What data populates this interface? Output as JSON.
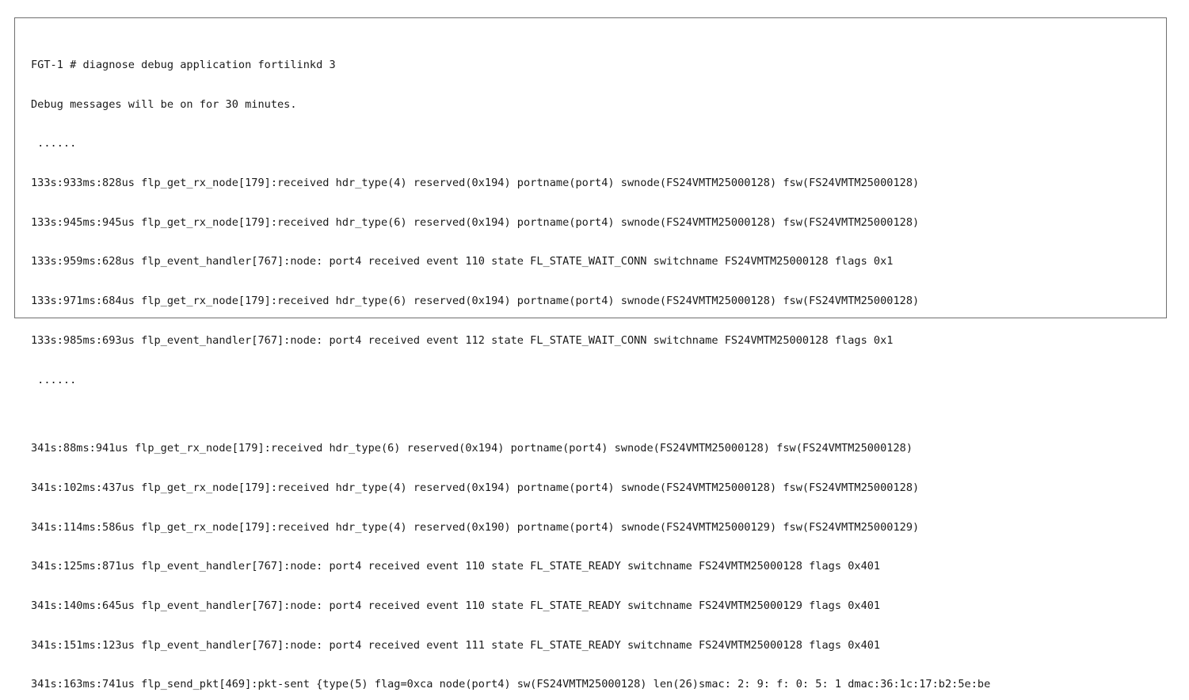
{
  "terminal": {
    "block1": [
      "FGT-1 # diagnose debug application fortilinkd 3",
      "Debug messages will be on for 30 minutes.",
      " ......",
      "133s:933ms:828us flp_get_rx_node[179]:received hdr_type(4) reserved(0x194) portname(port4) swnode(FS24VMTM25000128) fsw(FS24VMTM25000128)",
      "133s:945ms:945us flp_get_rx_node[179]:received hdr_type(6) reserved(0x194) portname(port4) swnode(FS24VMTM25000128) fsw(FS24VMTM25000128)",
      "133s:959ms:628us flp_event_handler[767]:node: port4 received event 110 state FL_STATE_WAIT_CONN switchname FS24VMTM25000128 flags 0x1",
      "133s:971ms:684us flp_get_rx_node[179]:received hdr_type(6) reserved(0x194) portname(port4) swnode(FS24VMTM25000128) fsw(FS24VMTM25000128)",
      "133s:985ms:693us flp_event_handler[767]:node: port4 received event 112 state FL_STATE_WAIT_CONN switchname FS24VMTM25000128 flags 0x1",
      " ......"
    ],
    "block2": [
      "341s:88ms:941us flp_get_rx_node[179]:received hdr_type(6) reserved(0x194) portname(port4) swnode(FS24VMTM25000128) fsw(FS24VMTM25000128)",
      "341s:102ms:437us flp_get_rx_node[179]:received hdr_type(4) reserved(0x194) portname(port4) swnode(FS24VMTM25000128) fsw(FS24VMTM25000128)",
      "341s:114ms:586us flp_get_rx_node[179]:received hdr_type(4) reserved(0x190) portname(port4) swnode(FS24VMTM25000129) fsw(FS24VMTM25000129)",
      "341s:125ms:871us flp_event_handler[767]:node: port4 received event 110 state FL_STATE_READY switchname FS24VMTM25000128 flags 0x401",
      "341s:140ms:645us flp_event_handler[767]:node: port4 received event 110 state FL_STATE_READY switchname FS24VMTM25000129 flags 0x401",
      "341s:151ms:123us flp_event_handler[767]:node: port4 received event 111 state FL_STATE_READY switchname FS24VMTM25000128 flags 0x401",
      "341s:163ms:741us flp_send_pkt[469]:pkt-sent {type(5) flag=0xca node(port4) sw(FS24VMTM25000128) len(26)smac: 2: 9: f: 0: 5: 1 dmac:36:1c:17:b2:5e:be"
    ]
  }
}
